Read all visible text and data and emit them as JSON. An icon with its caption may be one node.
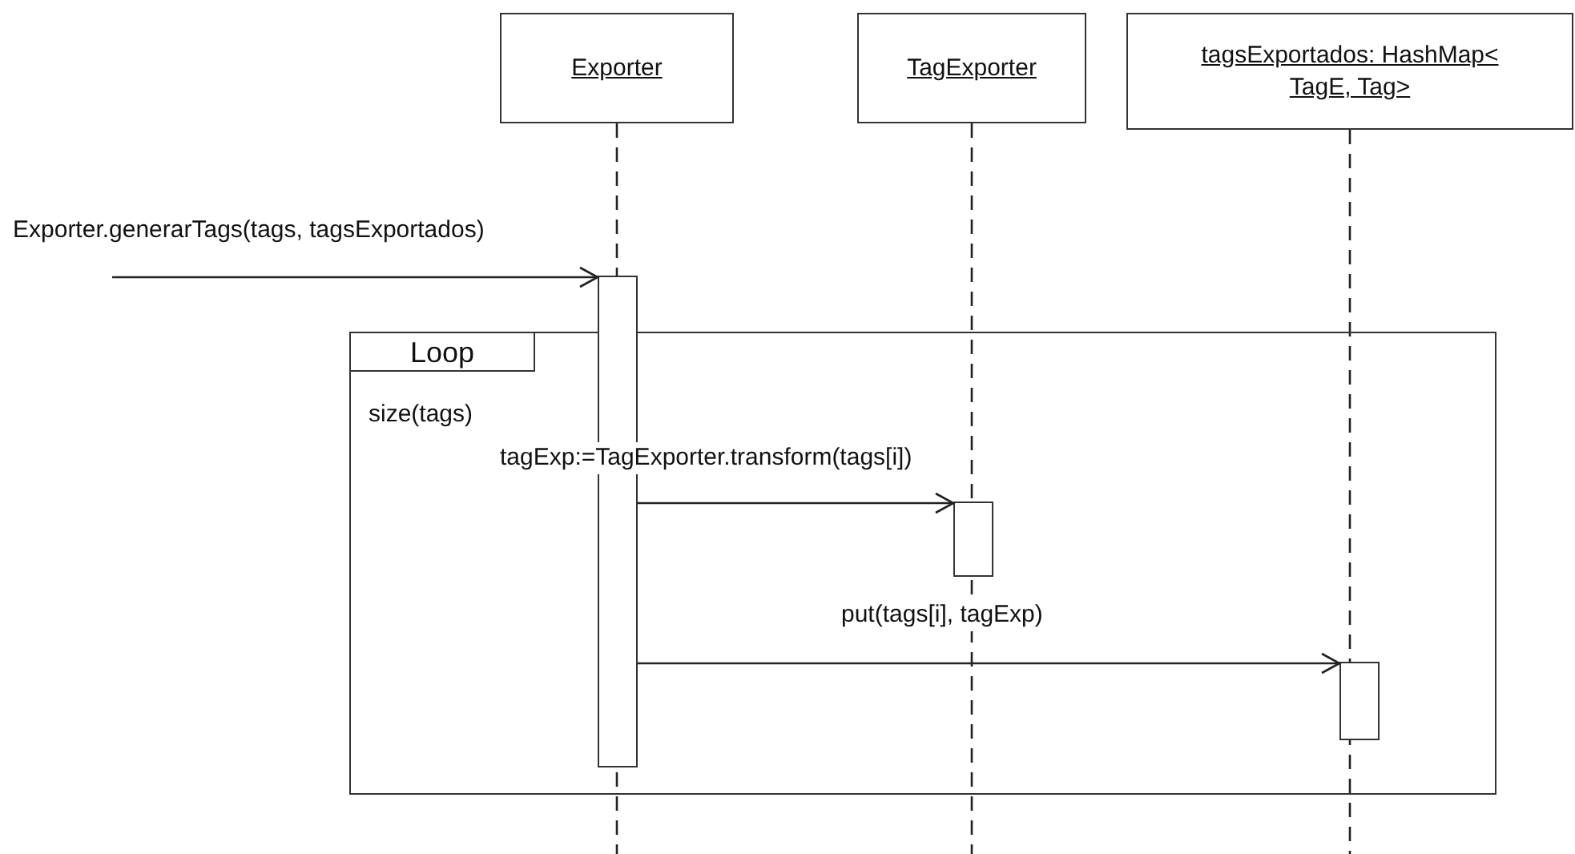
{
  "diagram": {
    "nodes": [
      {
        "text": [
          "Exporter"
        ]
      },
      {
        "text": [
          "TagExporter"
        ]
      },
      {
        "text": [
          "tagsExportados: HashMap< TagE, Tag>"
        ]
      },
      {
        "text": [
          "Loop",
          "size(tags)"
        ]
      },
      {
        "text": [],
        "shape": "bar"
      },
      {
        "text": [],
        "shape": "bar",
        "in": 3
      },
      {
        "text": [],
        "shape": "bar",
        "in": 3
      }
    ],
    "edges": [
      {
        "from": null,
        "to": 4,
        "arrow": "to",
        "label": "Exporter.generarTags(tags, tagsExportados)"
      },
      {
        "from": 4,
        "to": 5,
        "arrow": "to",
        "label": "tagExp:=TagExporter.transform(tags[i])"
      },
      {
        "from": 4,
        "to": 6,
        "arrow": "to",
        "label": "put(tags[i], tagExp)"
      }
    ]
  }
}
